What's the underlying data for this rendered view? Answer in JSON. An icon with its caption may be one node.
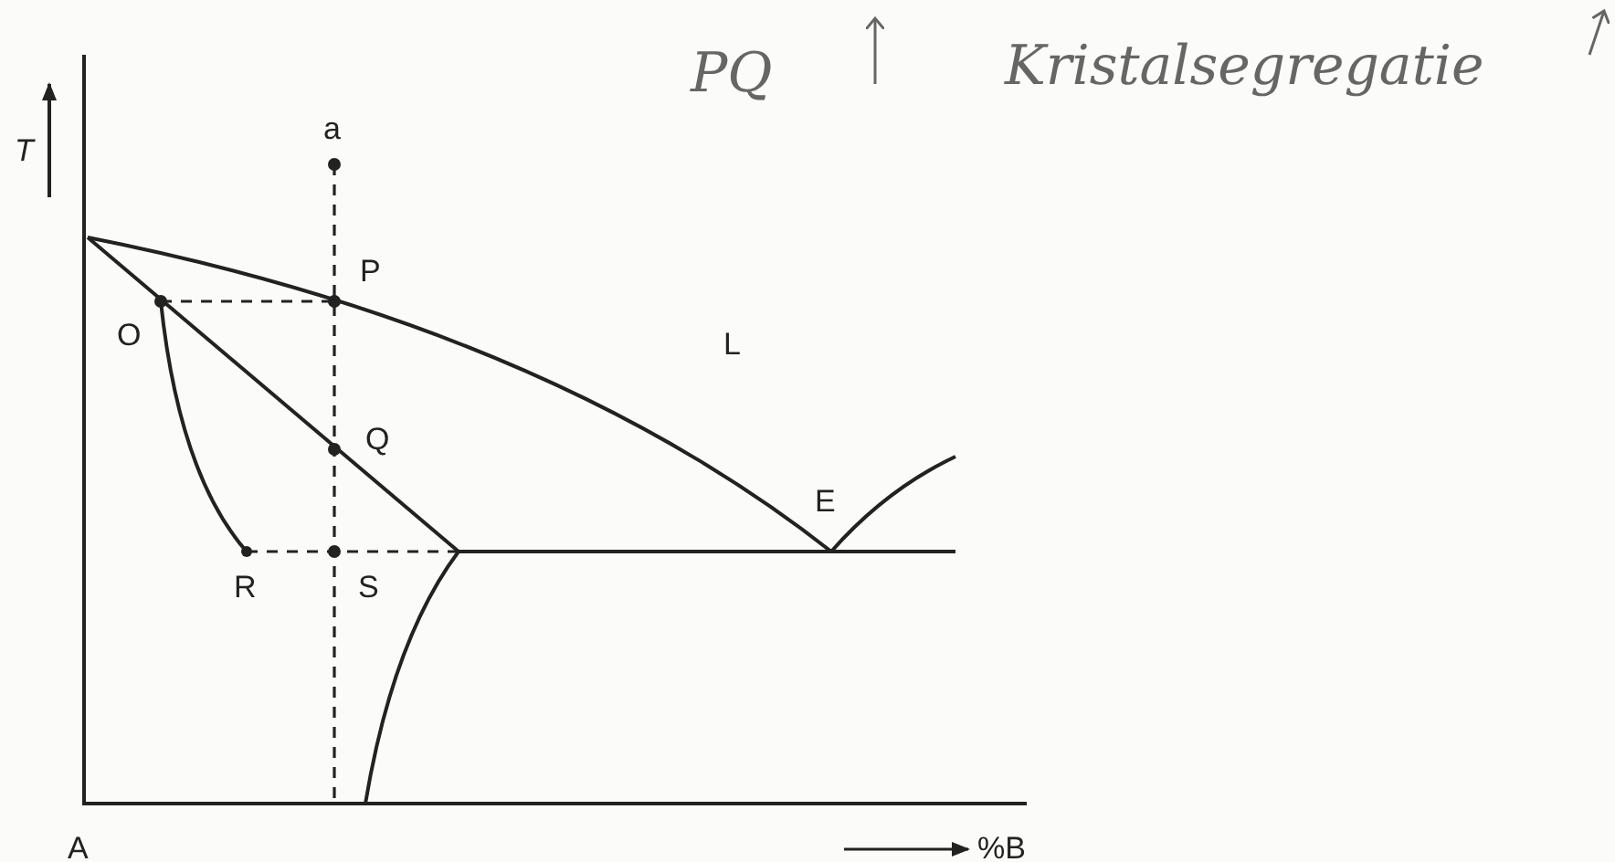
{
  "diagram": {
    "labels": [
      "PQ",
      "Kristalsegregatie",
      "a",
      "T",
      "P",
      "O",
      "L",
      "Q",
      "E",
      "R",
      "S",
      "A",
      "%B"
    ]
  }
}
